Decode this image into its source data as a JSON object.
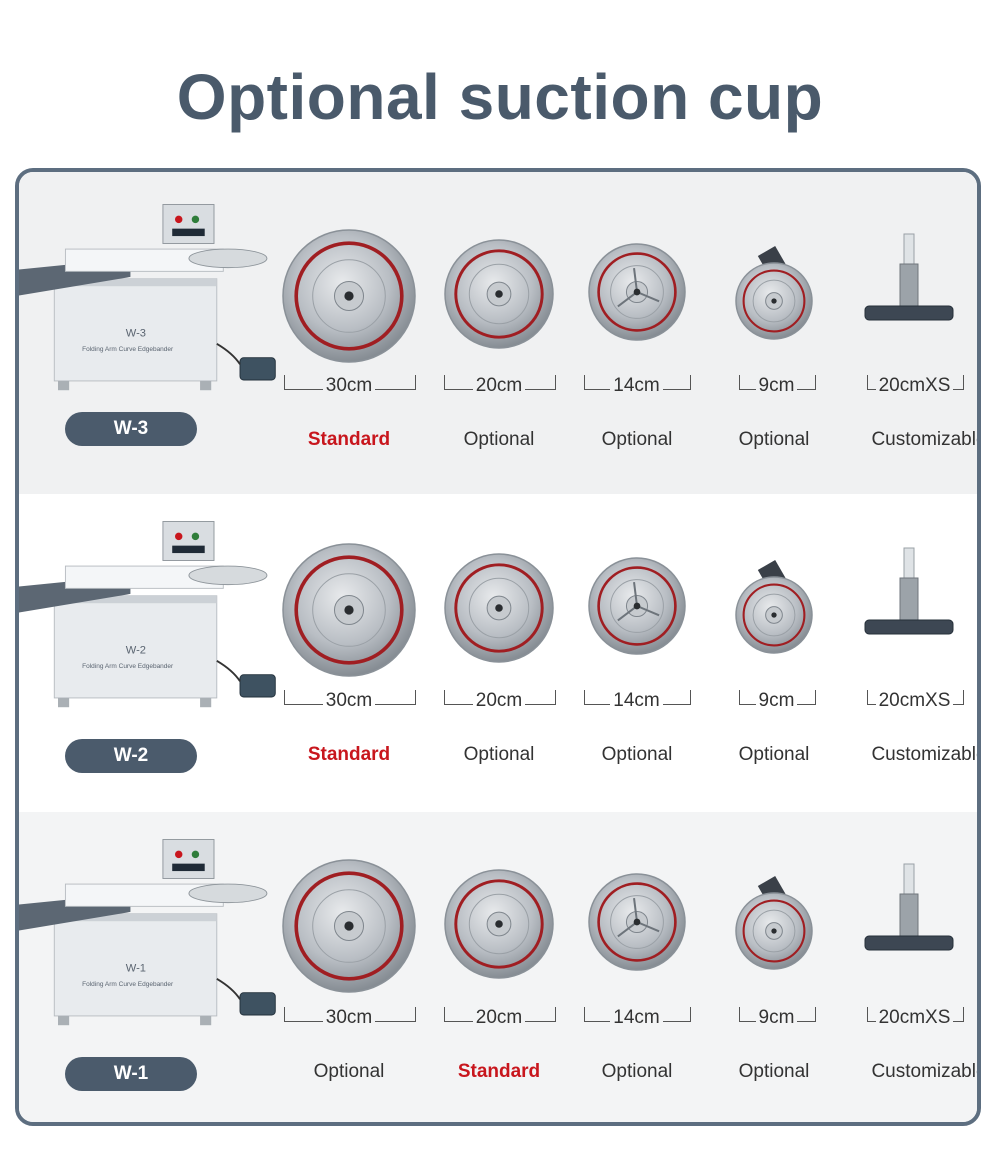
{
  "title": "Optional suction cup",
  "colors": {
    "accent": "#c8161d",
    "badge": "#4b5b6c",
    "frame": "#5d6e80"
  },
  "rows": [
    {
      "model": "W-3",
      "machine_label": "W-3",
      "machine_caption": "Folding Arm Curve Edgebander",
      "cups": [
        {
          "size": "30cm",
          "status": "Standard"
        },
        {
          "size": "20cm",
          "status": "Optional"
        },
        {
          "size": "14cm",
          "status": "Optional"
        },
        {
          "size": "9cm",
          "status": "Optional"
        },
        {
          "size": "20cmXS",
          "status": "Customizable"
        }
      ]
    },
    {
      "model": "W-2",
      "machine_label": "W-2",
      "machine_caption": "Folding Arm Curve Edgebander",
      "cups": [
        {
          "size": "30cm",
          "status": "Standard"
        },
        {
          "size": "20cm",
          "status": "Optional"
        },
        {
          "size": "14cm",
          "status": "Optional"
        },
        {
          "size": "9cm",
          "status": "Optional"
        },
        {
          "size": "20cmXS",
          "status": "Customizable"
        }
      ]
    },
    {
      "model": "W-1",
      "machine_label": "W-1",
      "machine_caption": "Folding Arm Curve Edgebander",
      "cups": [
        {
          "size": "30cm",
          "status": "Optional"
        },
        {
          "size": "20cm",
          "status": "Standard"
        },
        {
          "size": "14cm",
          "status": "Optional"
        },
        {
          "size": "9cm",
          "status": "Optional"
        },
        {
          "size": "20cmXS",
          "status": "Customizable"
        }
      ]
    }
  ]
}
